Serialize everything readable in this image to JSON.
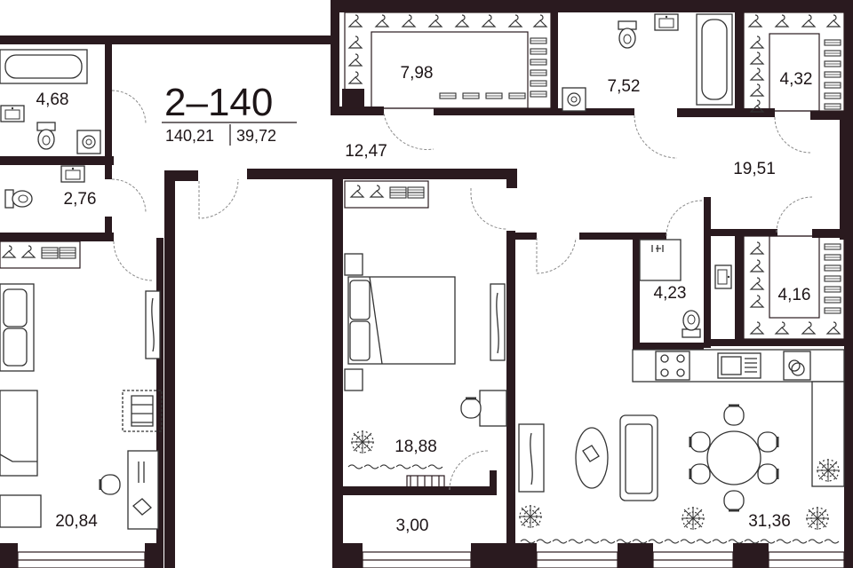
{
  "apartment": {
    "code": "2–140",
    "total_area": "140,21",
    "living_area": "39,72"
  },
  "rooms": [
    {
      "id": "bathroom-left",
      "area": "4,68"
    },
    {
      "id": "wc-left",
      "area": "2,76"
    },
    {
      "id": "wardrobe-top",
      "area": "7,98"
    },
    {
      "id": "bathroom-top",
      "area": "7,52"
    },
    {
      "id": "wardrobe-right-top",
      "area": "4,32"
    },
    {
      "id": "corridor",
      "area": "12,47"
    },
    {
      "id": "hall",
      "area": "19,51"
    },
    {
      "id": "shower",
      "area": "4,23"
    },
    {
      "id": "wardrobe-right-bottom",
      "area": "4,16"
    },
    {
      "id": "bedroom",
      "area": "18,88"
    },
    {
      "id": "balcony",
      "area": "3,00"
    },
    {
      "id": "left-room",
      "area": "20,84"
    },
    {
      "id": "living-kitchen",
      "area": "31,36"
    }
  ],
  "colors": {
    "wall": "#2a1a1f",
    "text": "#1d1517",
    "background": "#ffffff"
  }
}
